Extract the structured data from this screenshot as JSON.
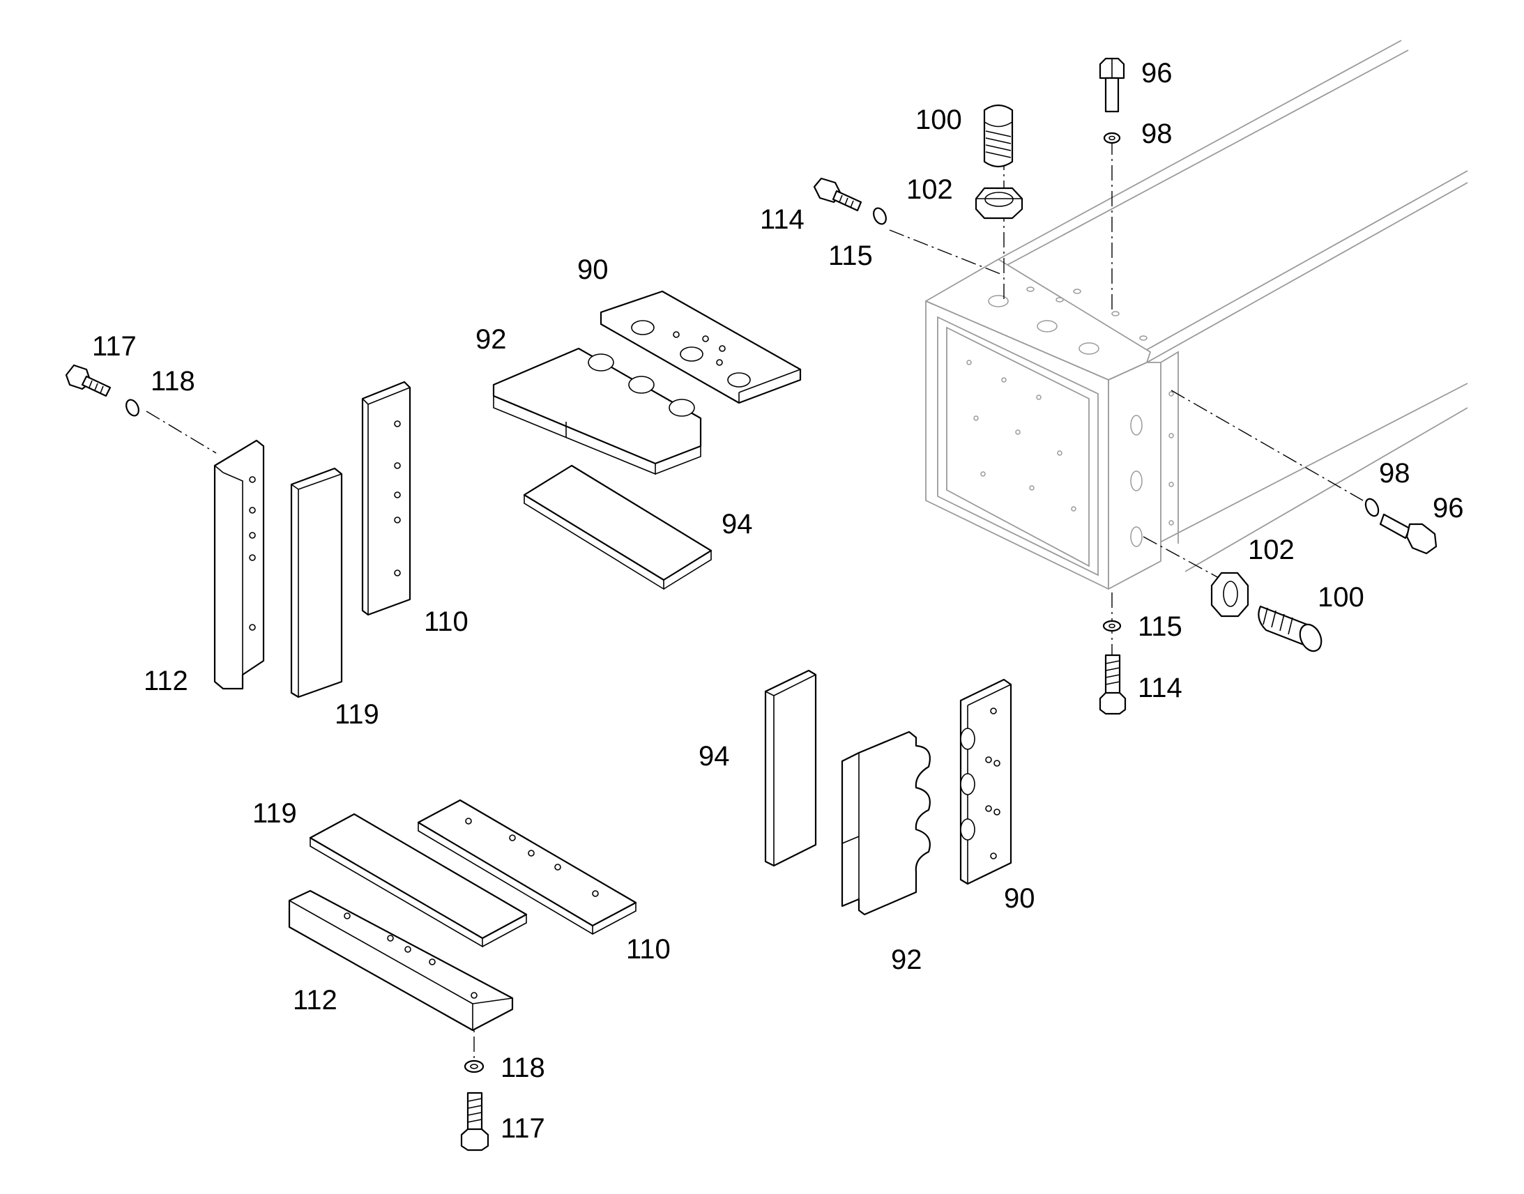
{
  "labels": {
    "p96a": "96",
    "p98a": "98",
    "p100a": "100",
    "p102a": "102",
    "p114a": "114",
    "p115a": "115",
    "p90a": "90",
    "p92a": "92",
    "p117a": "117",
    "p118a": "118",
    "p94a": "94",
    "p110a": "110",
    "p112a": "112",
    "p119a": "119",
    "p98b": "98",
    "p96b": "96",
    "p102b": "102",
    "p100b": "100",
    "p115b": "115",
    "p114b": "114",
    "p94b": "94",
    "p90b": "90",
    "p92b": "92",
    "p119b": "119",
    "p110b": "110",
    "p112b": "112",
    "p118b": "118",
    "p117b": "117"
  }
}
